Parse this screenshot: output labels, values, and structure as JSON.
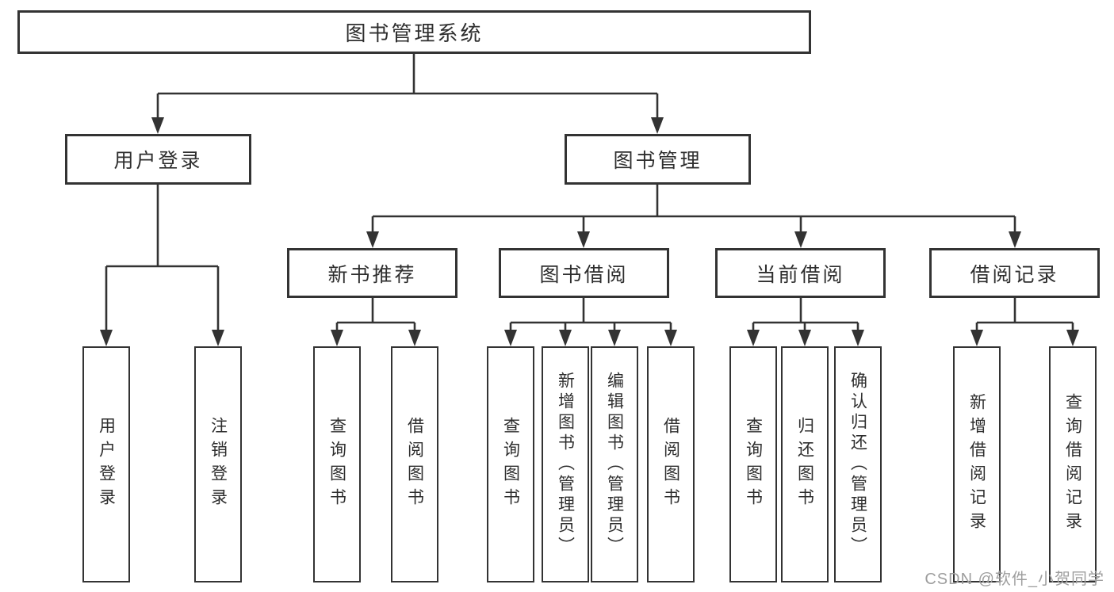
{
  "tree": {
    "root_label": "图书管理系统",
    "children": [
      {
        "label": "用户登录",
        "children": [
          {
            "label": "用户登录"
          },
          {
            "label": "注销登录"
          }
        ]
      },
      {
        "label": "图书管理",
        "children": [
          {
            "label": "新书推荐",
            "children": [
              {
                "label": "查询图书"
              },
              {
                "label": "借阅图书"
              }
            ]
          },
          {
            "label": "图书借阅",
            "children": [
              {
                "label": "查询图书"
              },
              {
                "label": "新增图书（管理员）"
              },
              {
                "label": "编辑图书（管理员）"
              },
              {
                "label": "借阅图书"
              }
            ]
          },
          {
            "label": "当前借阅",
            "children": [
              {
                "label": "查询图书"
              },
              {
                "label": "归还图书"
              },
              {
                "label": "确认归还（管理员）"
              }
            ]
          },
          {
            "label": "借阅记录",
            "children": [
              {
                "label": "新增借阅记录"
              },
              {
                "label": "查询借阅记录"
              }
            ]
          }
        ]
      }
    ]
  },
  "watermark": {
    "text": "CSDN @软件_小贺同学"
  },
  "colors": {
    "line": "#333333",
    "border": "#333333",
    "text": "#2e2e2e",
    "watermark": "#9e9e9e",
    "background": "#ffffff"
  }
}
